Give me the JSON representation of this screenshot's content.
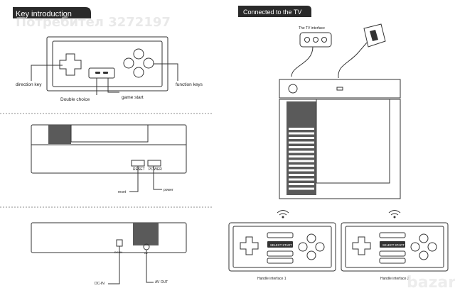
{
  "left": {
    "header": "Key introduction",
    "controller_labels": {
      "direction_key": "direction key",
      "double_choice": "Double choice",
      "game_start": "game start",
      "function_keys": "function keys"
    },
    "console_front": {
      "reset_button": "RESET",
      "power_button": "POWER",
      "reset_label": "reset",
      "power_label": "power"
    },
    "console_back": {
      "dc_in_port": "DC-IN",
      "av_port": "AV",
      "dc_in_label": "DC-IN",
      "av_out_label": "AV OUT"
    }
  },
  "right": {
    "header": "Connected to the TV",
    "tv_interface_label": "The TV interface",
    "pad1": {
      "select_start": "SELECT START",
      "caption": "Handle interface 1"
    },
    "pad2": {
      "select_start": "SELECT START",
      "caption": "Handle interface 2"
    }
  },
  "watermark": {
    "main": "Потребител 3272197",
    "corner": "bazar"
  },
  "colors": {
    "ink": "#333333",
    "header_bg": "#2a2a2a",
    "panel_grey": "#5a5a5a"
  }
}
